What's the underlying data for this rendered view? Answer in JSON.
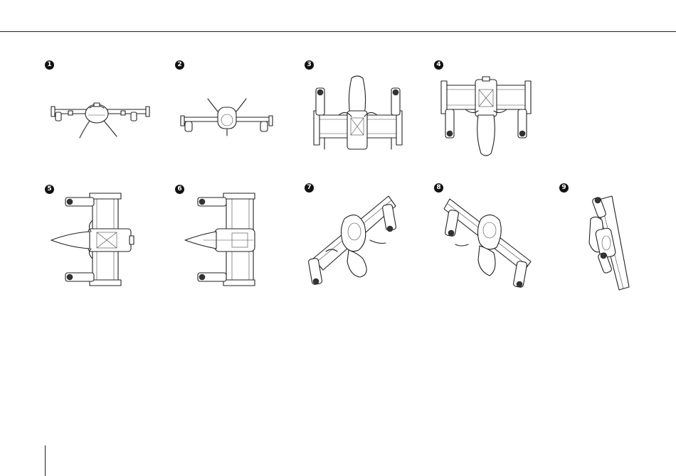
{
  "figures": [
    {
      "number": "1",
      "view": "front-view"
    },
    {
      "number": "2",
      "view": "rear-view"
    },
    {
      "number": "3",
      "view": "top-view-nose-up"
    },
    {
      "number": "4",
      "view": "top-view-nose-down"
    },
    {
      "number": "5",
      "view": "top-view-nose-left"
    },
    {
      "number": "6",
      "view": "bottom-view-nose-left"
    },
    {
      "number": "7",
      "view": "perspective-nose-down"
    },
    {
      "number": "8",
      "view": "perspective-nose-down-rear"
    },
    {
      "number": "9",
      "view": "perspective-side"
    }
  ]
}
